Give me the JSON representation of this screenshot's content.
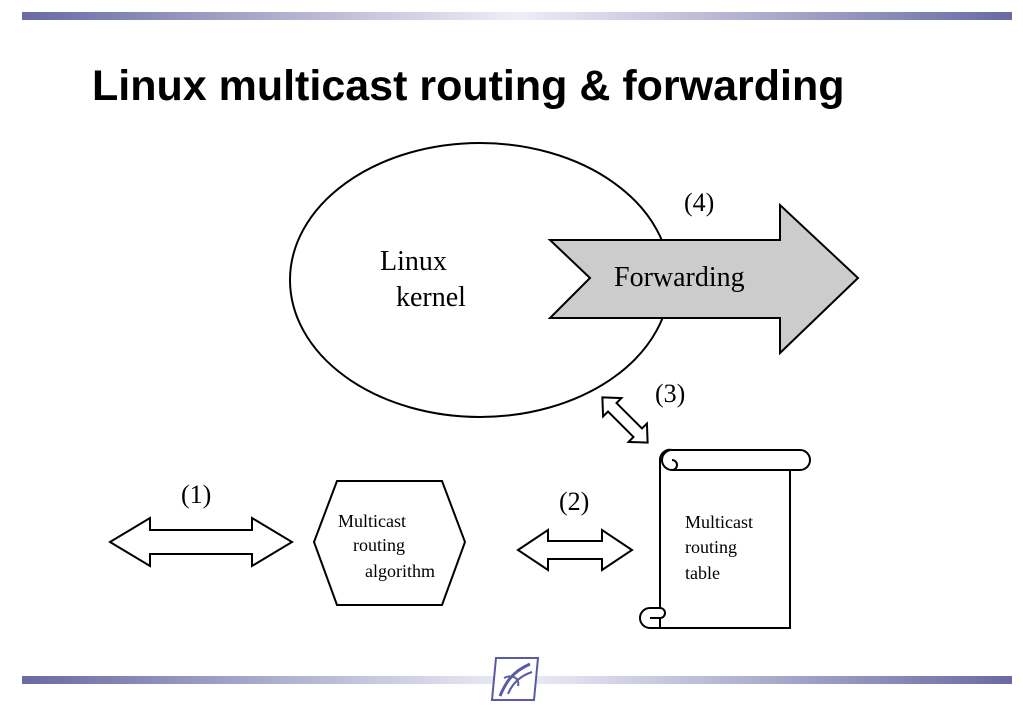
{
  "slide": {
    "title": "Linux multicast routing & forwarding"
  },
  "diagram": {
    "kernel_label_line1": "Linux",
    "kernel_label_line2": "kernel",
    "forwarding_label": "Forwarding",
    "label_1": "(1)",
    "label_2": "(2)",
    "label_3": "(3)",
    "label_4": "(4)",
    "algorithm_line1": "Multicast",
    "algorithm_line2": "routing",
    "algorithm_line3": "algorithm",
    "table_line1": "Multicast",
    "table_line2": "routing",
    "table_line3": "table"
  },
  "colors": {
    "forwarding_fill": "#cccccc",
    "bar_dark": "#6a6aa2",
    "logo_blue": "#5a5aa6"
  }
}
